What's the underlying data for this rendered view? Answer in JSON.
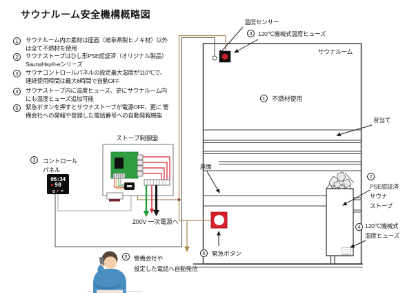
{
  "title": "サウナルーム安全機構概略図",
  "notes": [
    {
      "num": "1",
      "lines": [
        "サウナルーム内の素材は座面（岐阜県製ヒノキ材）以外",
        "は全て不燃材を使用"
      ]
    },
    {
      "num": "2",
      "lines": [
        "サウナストーブはひし形PSE認証済（オリジナル製品）",
        "SaunaHax®-eシリーズ"
      ]
    },
    {
      "num": "3",
      "lines": [
        "サウナコントロールパネルの設定最大温度が110℃で、",
        "連続使用時間は最大6時間で自動OFF"
      ]
    },
    {
      "num": "4",
      "lines": [
        "サウナストーブ内に温度ヒューズ、更にサウナルーム内",
        "にも温度ヒューズ追加可能"
      ]
    },
    {
      "num": "5",
      "lines": [
        "緊急ボタンを押すとサウナストーブが電源OFF、更に 警",
        "備会社への発報や登録した電話番号への自動発報機能"
      ]
    }
  ],
  "labels": {
    "room": "サウナルーム",
    "sensor": "温度センサー",
    "fuse_top": {
      "num": "4",
      "text": "120℃機械式温度ヒューズ"
    },
    "noncombustible": {
      "num": "1",
      "text": "不燃材使用"
    },
    "backrest": "背当て",
    "seat": "座面",
    "stove": {
      "num": "2",
      "lines": [
        "PSE認証済",
        "サウナ",
        "ストーブ"
      ]
    },
    "fuse_bottom": {
      "num": "4",
      "lines": [
        "120℃機械式",
        "温度ヒューズ"
      ]
    },
    "emergency": {
      "num": "5",
      "text": "緊急ボタン"
    },
    "auto_call": {
      "num": "5",
      "lines": [
        "警備会社や",
        "設定した電話へ自動発信"
      ]
    },
    "control_box": "ストーブ制御盤",
    "control_panel": {
      "num": "3",
      "lines": [
        "コントロール",
        "パネル"
      ]
    },
    "power": "200V 一次電源へ"
  },
  "display": {
    "time": "06:34",
    "temp": "90"
  },
  "colors": {
    "emergency_red": "#d6212b",
    "pcb_green": "#2f9e41",
    "wire_green": "#2aa03c",
    "wire_red": "#d0202a",
    "wire_black": "#141414",
    "wire_tan": "#b08d57",
    "wire_gray": "#9a9a9a",
    "fuse_dot_red": "#cc1f2d"
  }
}
